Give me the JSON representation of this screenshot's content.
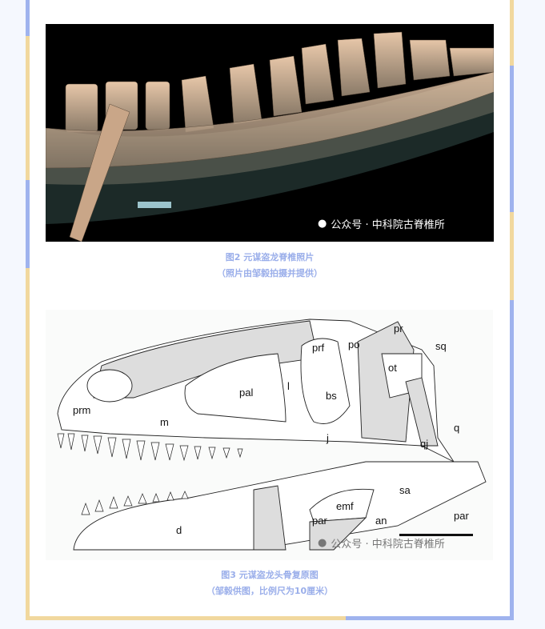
{
  "figure2": {
    "caption_line1": "图2 元谋盗龙脊椎照片",
    "caption_line2": "（照片由邹毅拍摄并提供）",
    "watermark": "公众号 · 中科院古脊椎所"
  },
  "figure3": {
    "caption_line1": "图3 元谋盗龙头骨复原图",
    "caption_line2": "（邹毅供图，比例尺为10厘米）",
    "watermark": "公众号 · 中科院古脊椎所",
    "labels": {
      "prm": "prm",
      "m": "m",
      "pal": "pal",
      "l": "l",
      "prf": "prf",
      "po": "po",
      "pr": "pr",
      "sq": "sq",
      "ot": "ot",
      "bs": "bs",
      "j": "j",
      "q": "q",
      "qj": "qj",
      "sa": "sa",
      "emf": "emf",
      "par1": "par",
      "an": "an",
      "d": "d",
      "par2": "par"
    }
  }
}
